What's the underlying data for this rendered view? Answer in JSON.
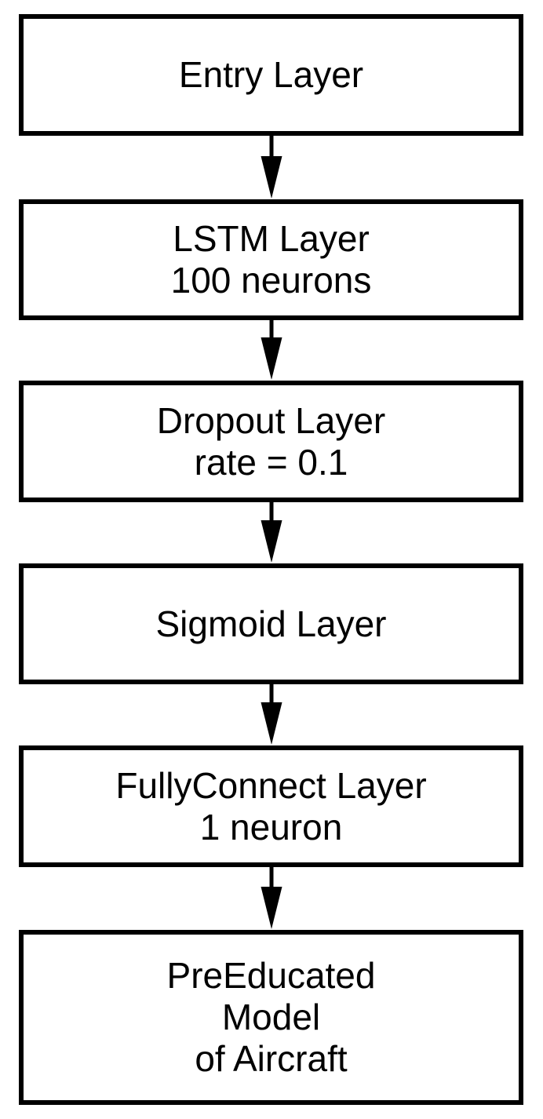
{
  "diagram": {
    "type": "flowchart",
    "orientation": "top-to-bottom",
    "background_color": "#ffffff",
    "stroke_color": "#000000",
    "text_color": "#000000",
    "nodes": [
      {
        "id": "entry-layer",
        "shape": "rectangle",
        "lines": [
          "Entry Layer"
        ]
      },
      {
        "id": "lstm-layer",
        "shape": "rectangle",
        "lines": [
          "LSTM Layer",
          "100 neurons"
        ]
      },
      {
        "id": "dropout-layer",
        "shape": "rectangle",
        "lines": [
          "Dropout Layer",
          "rate = 0.1"
        ]
      },
      {
        "id": "sigmoid-layer",
        "shape": "rectangle",
        "lines": [
          "Sigmoid Layer"
        ]
      },
      {
        "id": "fullyconnect-layer",
        "shape": "rectangle",
        "lines": [
          "FullyConnect Layer",
          "1 neuron"
        ]
      },
      {
        "id": "preeducated-model",
        "shape": "rectangle",
        "lines": [
          "PreEducated",
          "Model",
          "of Aircraft"
        ]
      }
    ],
    "edges": [
      {
        "id": "edge-0",
        "from": "entry-layer",
        "to": "lstm-layer",
        "label": "",
        "arrow": "filled-triangle"
      },
      {
        "id": "edge-1",
        "from": "lstm-layer",
        "to": "dropout-layer",
        "label": "",
        "arrow": "filled-triangle"
      },
      {
        "id": "edge-2",
        "from": "dropout-layer",
        "to": "sigmoid-layer",
        "label": "",
        "arrow": "filled-triangle"
      },
      {
        "id": "edge-3",
        "from": "sigmoid-layer",
        "to": "fullyconnect-layer",
        "label": "",
        "arrow": "filled-triangle"
      },
      {
        "id": "edge-4",
        "from": "fullyconnect-layer",
        "to": "preeducated-model",
        "label": "",
        "arrow": "filled-triangle"
      }
    ]
  }
}
